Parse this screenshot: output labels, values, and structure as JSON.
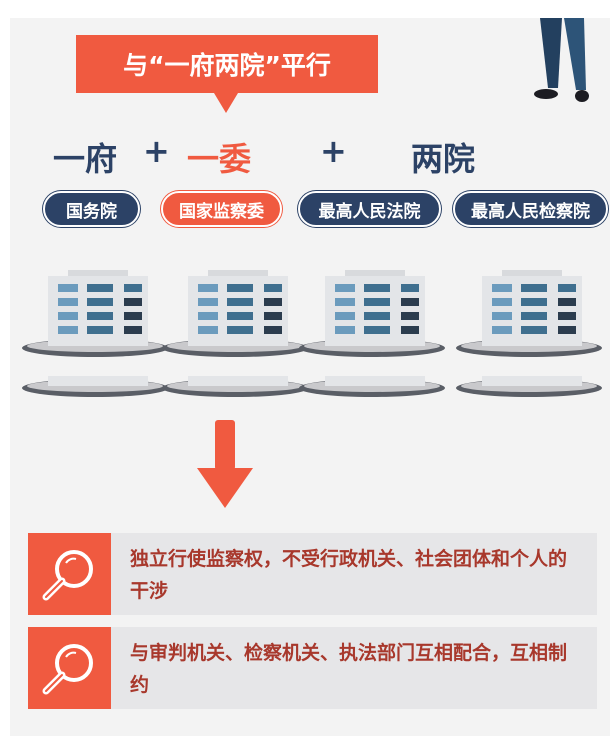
{
  "banner": {
    "text": "与“一府两院”平行"
  },
  "heading": {
    "part1": "一府",
    "plus1": "+",
    "part2": "一委",
    "plus2": "+",
    "part3": "两院"
  },
  "institutions": [
    {
      "label": "国务院",
      "highlight": false
    },
    {
      "label": "国家监察委",
      "highlight": true
    },
    {
      "label": "最高人民法院",
      "highlight": false
    },
    {
      "label": "最高人民检察院",
      "highlight": false
    }
  ],
  "features": [
    {
      "icon": "magnifier-icon",
      "text": "独立行使监察权，不受行政机关、社会团体和个人的干涉"
    },
    {
      "icon": "magnifier-icon",
      "text": "与审判机关、检察机关、执法部门互相配合，互相制约"
    }
  ],
  "colors": {
    "accent": "#f05a40",
    "navy": "#2c4266",
    "text_red": "#a8382c"
  }
}
